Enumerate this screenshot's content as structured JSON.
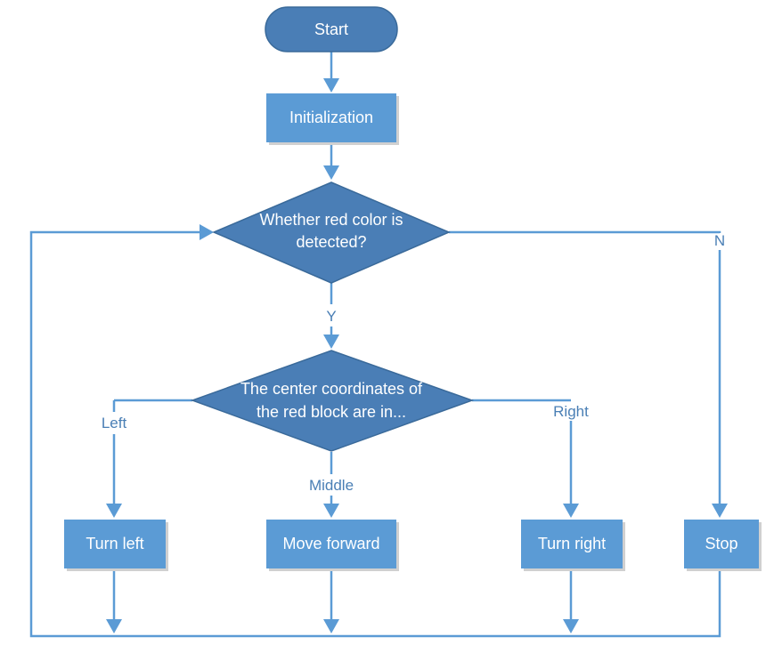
{
  "nodes": {
    "start": "Start",
    "init": "Initialization",
    "decision1": [
      "Whether red color is",
      "detected?"
    ],
    "decision2": [
      "The center coordinates of",
      "the red block are in..."
    ],
    "turn_left": "Turn left",
    "move_forward": "Move forward",
    "turn_right": "Turn right",
    "stop": "Stop"
  },
  "edge_labels": {
    "yes": "Y",
    "no": "N",
    "left": "Left",
    "middle": "Middle",
    "right": "Right"
  },
  "colors": {
    "box_fill": "#5b9bd5",
    "dark_fill": "#4a7eb6",
    "connector": "#5b9bd5",
    "label_text": "#4a7fb5"
  }
}
